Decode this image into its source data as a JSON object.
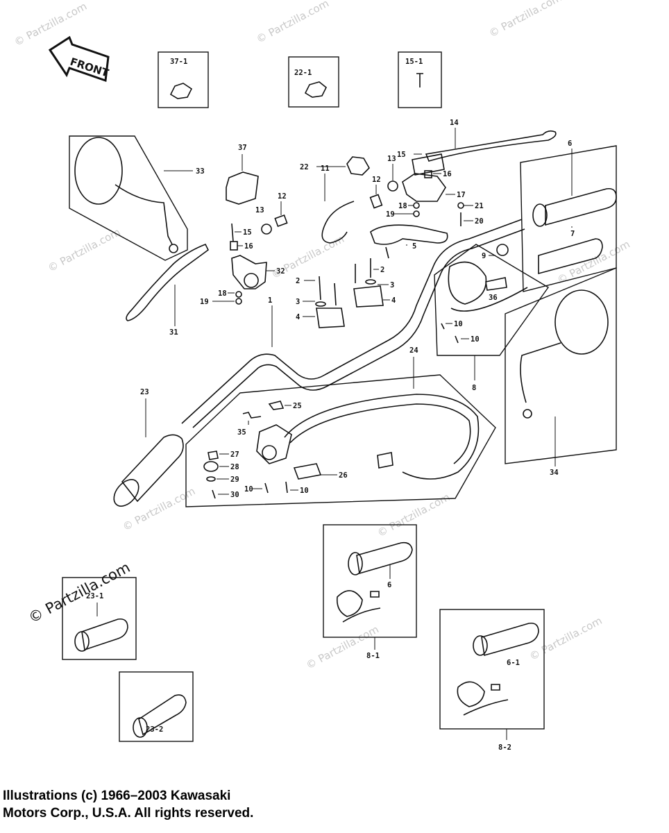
{
  "diagram": {
    "front_arrow": "FRONT",
    "watermark": "© Partzilla.com",
    "watermark_large": "© Partzilla.com",
    "labels": {
      "l37_1": "37-1",
      "l22_1": "22-1",
      "l15_1": "15-1",
      "l14": "14",
      "l6": "6",
      "l33": "33",
      "l37": "37",
      "l22": "22",
      "l13a": "13",
      "l13b": "13",
      "l15a": "15",
      "l15b": "15",
      "l16a": "16",
      "l16b": "16",
      "l11": "11",
      "l12a": "12",
      "l12b": "12",
      "l17": "17",
      "l21": "21",
      "l18a": "18",
      "l18b": "18",
      "l19a": "19",
      "l19b": "19",
      "l20": "20",
      "l5": "5",
      "l7": "7",
      "l9": "9",
      "l32": "32",
      "l2a": "2",
      "l2b": "2",
      "l3a": "3",
      "l3b": "3",
      "l4a": "4",
      "l4b": "4",
      "l1": "1",
      "l31": "31",
      "l36": "36",
      "l10a": "10",
      "l10b": "10",
      "l10c": "10",
      "l10d": "10",
      "l8": "8",
      "l24": "24",
      "l23": "23",
      "l25": "25",
      "l35": "35",
      "l27": "27",
      "l28": "28",
      "l29": "29",
      "l30": "30",
      "l26": "26",
      "l34": "34",
      "l6b": "6",
      "l8_1": "8-1",
      "l23_1": "23-1",
      "l6_1": "6-1",
      "l23_2": "23-2",
      "l8_2": "8-2"
    }
  },
  "copyright": {
    "line1": "Illustrations (c) 1966–2003 Kawasaki",
    "line2": "Motors Corp., U.S.A.  All rights reserved."
  }
}
